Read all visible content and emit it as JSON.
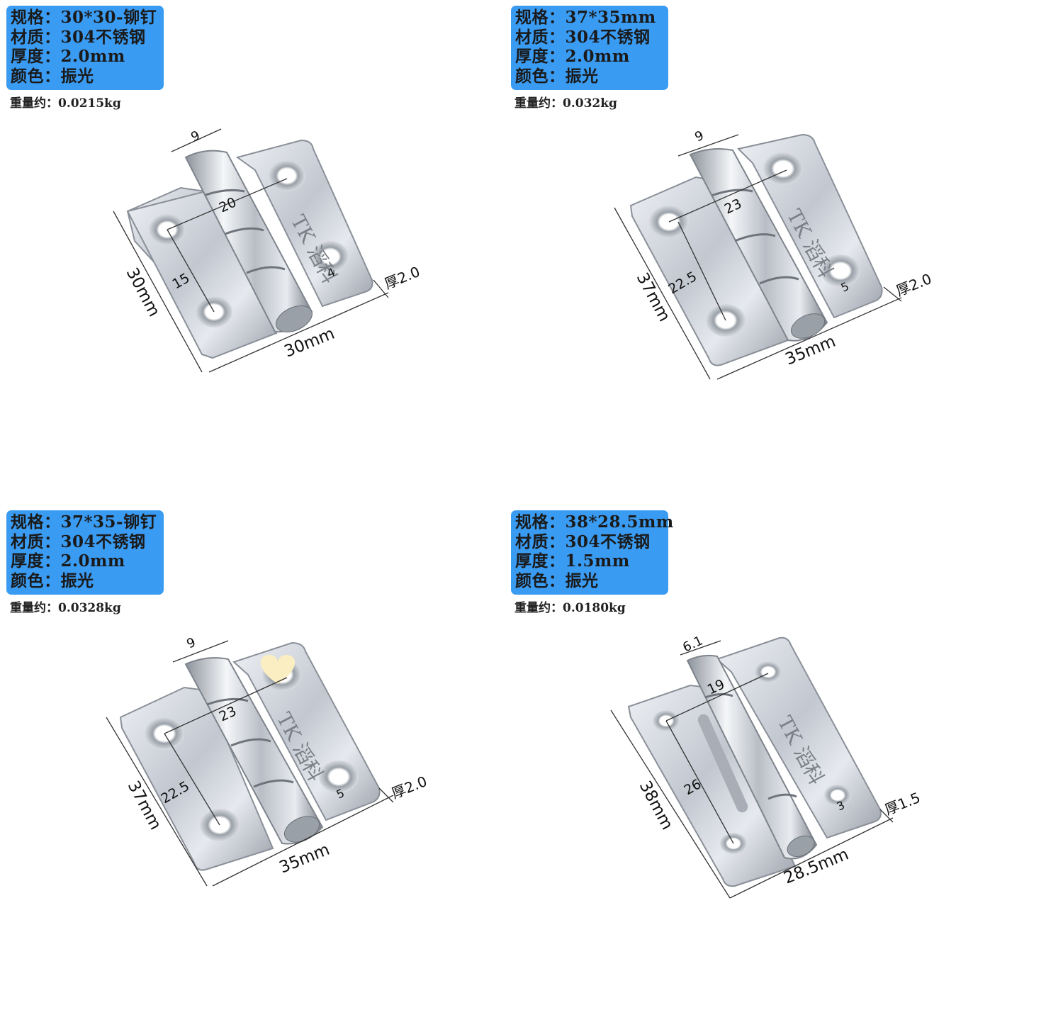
{
  "products": [
    {
      "spec": "规格：30*30-铆钉",
      "material": "材质：304不锈钢",
      "thickness": "厚度：2.0mm",
      "color": "颜色：振光",
      "weight": "重量约：0.0215kg",
      "dims": {
        "knuckle": "9",
        "pitch": "20",
        "vertical_pitch": "15",
        "hole": "4",
        "height": "30mm",
        "width": "30mm",
        "thick": "厚2.0"
      },
      "brand": "TK 滔科"
    },
    {
      "spec": "规格：37*35mm",
      "material": "材质：304不锈钢",
      "thickness": "厚度：2.0mm",
      "color": "颜色：振光",
      "weight": "重量约：0.032kg",
      "dims": {
        "knuckle": "9",
        "pitch": "23",
        "vertical_pitch": "22.5",
        "hole": "5",
        "height": "37mm",
        "width": "35mm",
        "thick": "厚2.0"
      },
      "brand": "TK 滔科"
    },
    {
      "spec": "规格：37*35-铆钉",
      "material": "材质：304不锈钢",
      "thickness": "厚度：2.0mm",
      "color": "颜色：振光",
      "weight": "重量约：0.0328kg",
      "dims": {
        "knuckle": "9",
        "pitch": "23",
        "vertical_pitch": "22.5",
        "hole": "5",
        "height": "37mm",
        "width": "35mm",
        "thick": "厚2.0"
      },
      "brand": "TK 滔科"
    },
    {
      "spec": "规格：38*28.5mm",
      "material": "材质：304不锈钢",
      "thickness": "厚度：1.5mm",
      "color": "颜色：振光",
      "weight": "重量约：0.0180kg",
      "dims": {
        "knuckle": "6.1",
        "pitch": "19",
        "vertical_pitch": "26",
        "hole": "3",
        "height": "38mm",
        "width": "28.5mm",
        "thick": "厚1.5"
      },
      "brand": "TK 滔科"
    }
  ],
  "colors": {
    "label_bg": "#3a9bf2",
    "steel": "#c9ced6",
    "background": "#ffffff"
  },
  "overlay_icon": "heart-icon"
}
